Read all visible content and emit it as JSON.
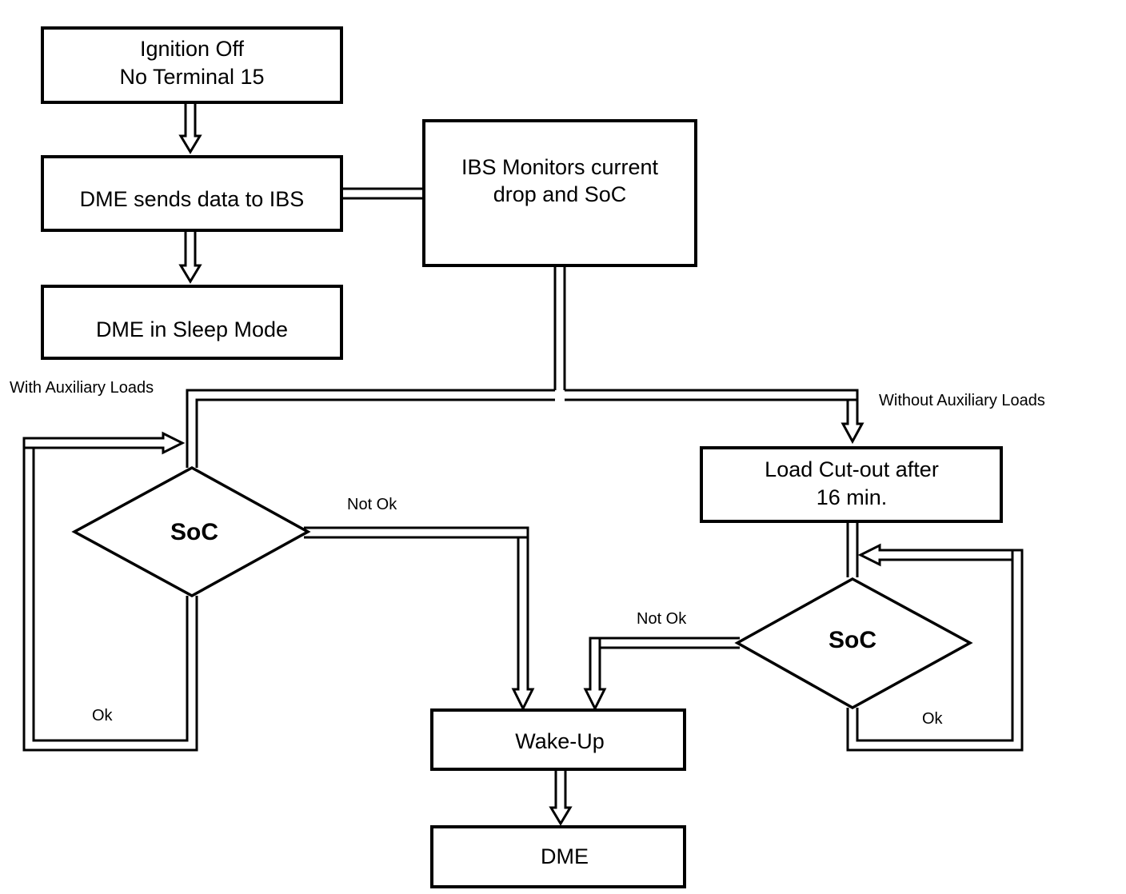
{
  "nodes": {
    "ignition_off": {
      "line1": "Ignition Off",
      "line2": "No Terminal 15"
    },
    "dme_sends": {
      "label": "DME sends data to IBS"
    },
    "dme_sleep": {
      "label": "DME in Sleep Mode"
    },
    "ibs_monitors": {
      "line1": "IBS Monitors current",
      "line2": "drop and SoC"
    },
    "load_cutout": {
      "line1": "Load Cut-out after",
      "line2": "16 min."
    },
    "soc_left": {
      "label": "SoC"
    },
    "soc_right": {
      "label": "SoC"
    },
    "wake_up": {
      "label": "Wake-Up"
    },
    "dme": {
      "label": "DME"
    }
  },
  "labels": {
    "with_aux": "With Auxiliary Loads",
    "without_aux": "Without Auxiliary Loads",
    "not_ok_left": "Not Ok",
    "not_ok_right": "Not Ok",
    "ok_left": "Ok",
    "ok_right": "Ok"
  }
}
